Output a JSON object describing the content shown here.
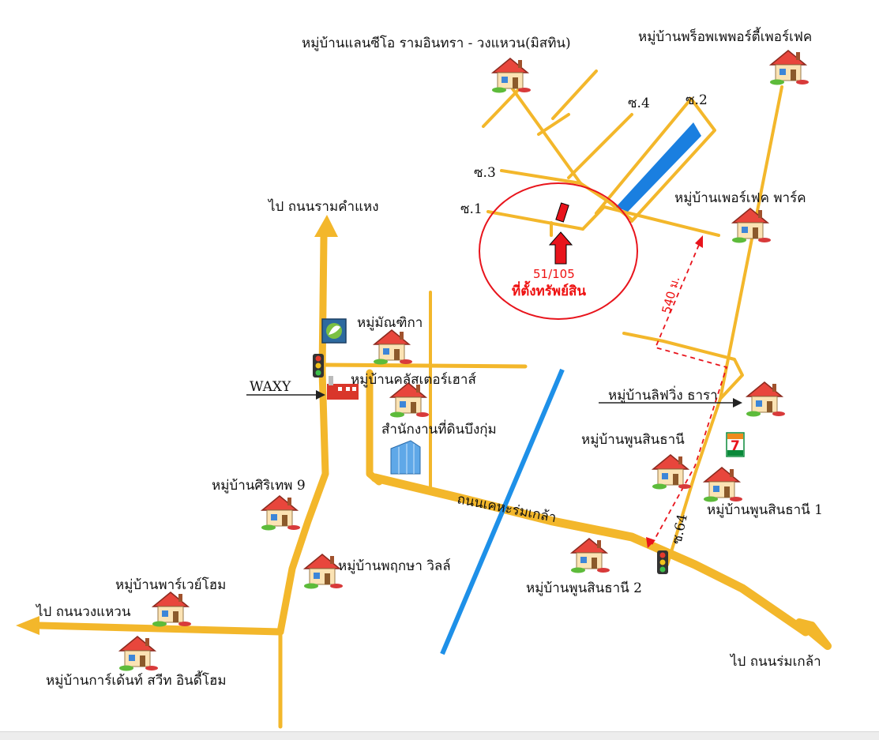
{
  "map": {
    "property": {
      "number": "51/105",
      "caption": "ที่ตั้งทรัพย์สิน"
    },
    "distance": "540 ม.",
    "labels": {
      "lancio": "หมู่บ้านแลนซีโอ รามอินทรา - วงแหวน(มิสทิน)",
      "proper": "หมู่บ้านพร็อพเพพอร์ตี้เพอร์เฟค",
      "perfect_park": "หมู่บ้านเพอร์เฟค พาร์ค",
      "soi1": "ซ.1",
      "soi2": "ซ.2",
      "soi3": "ซ.3",
      "soi4": "ซ.4",
      "soi64": "ซ.64",
      "to_ramkhamhaeng": "ไป ถนนรามคำแหง",
      "manthika": "หมู่มัณฑิกา",
      "waxy": "WAXY",
      "cluster": "หมู่บ้านคลัสเตอร์เฮาส์",
      "land_office": "สำนักงานที่ดินบึงกุ่ม",
      "liv": "หมู่บ้านลิฟวิ่ง ธารา",
      "poonsin": "หมู่บ้านพูนสินธานี",
      "poonsin1": "หมู่บ้านพูนสินธานี 1",
      "poonsin2": "หมู่บ้านพูนสินธานี 2",
      "road": "ถนนเคหะร่มเกล้า",
      "sirithep": "หมู่บ้านศิริเทพ 9",
      "pruksa": "หมู่บ้านพฤกษา วิลล์",
      "paradise": "หมู่บ้านพาร์เวย์โฮม",
      "to_ringroad": "ไป ถนนวงแหวน",
      "garden": "หมู่บ้านการ์เด้นท์ สวีท อินดี้โฮม",
      "to_romklao": "ไป ถนนร่มเกล้า",
      "seven_eleven": "7"
    },
    "icons": [
      "house-icon",
      "traffic-light-icon",
      "seven-eleven-icon",
      "bank-logo-icon",
      "building-icon",
      "factory-icon"
    ],
    "colors": {
      "road": "#f3b72b",
      "canal": "#1e90e8",
      "pond": "#1a7fe0",
      "marker": "#e8141c",
      "circle": "#e8141c"
    }
  }
}
